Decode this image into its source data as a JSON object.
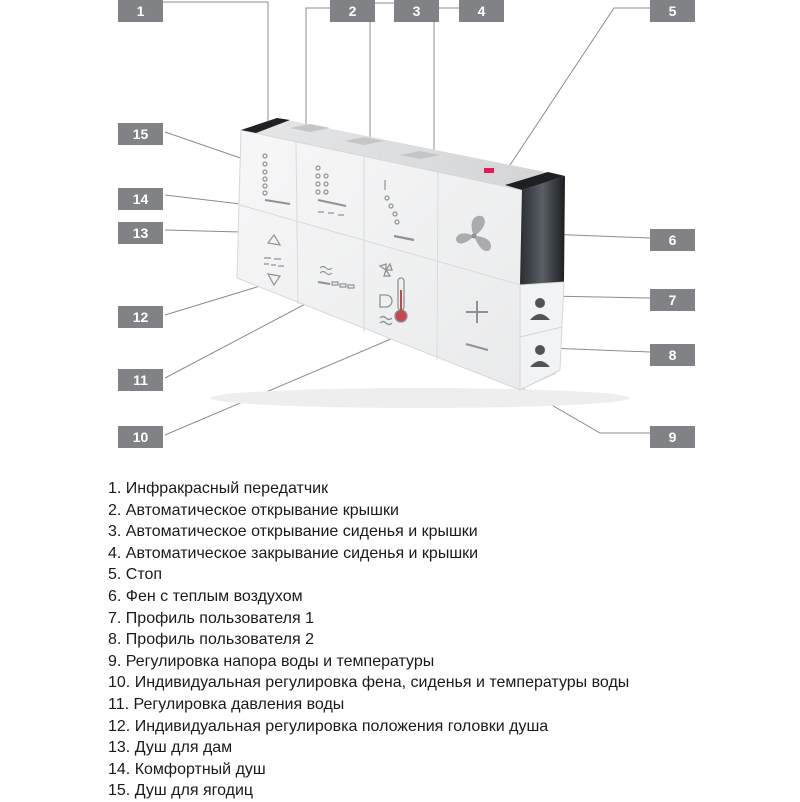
{
  "callouts": [
    "1",
    "2",
    "3",
    "4",
    "5",
    "6",
    "7",
    "8",
    "9",
    "10",
    "11",
    "12",
    "13",
    "14",
    "15"
  ],
  "legend": [
    "1. Инфракрасный передатчик",
    "2. Автоматическое открывание крышки",
    "3. Автоматическое открывание сиденья и крышки",
    "4. Автоматическое закрывание сиденья и крышки",
    "5. Стоп",
    "6. Фен с теплым воздухом",
    "7. Профиль пользователя 1",
    "8. Профиль пользователя 2",
    "9. Регулировка напора воды и температуры",
    "10. Индивидуальная регулировка фена, сиденья и температуры воды",
    "11. Регулировка давления воды",
    "12. Индивидуальная регулировка положения головки душа",
    "13. Душ для дам",
    "14. Комфортный душ",
    "15. Душ для ягодиц"
  ],
  "device": {
    "stop_led_color": "#e8185a",
    "body_color": "#f4f5f6",
    "icons": [
      "bidet-buttocks-icon",
      "comfort-shower-icon",
      "lady-shower-icon",
      "fan-icon",
      "shower-position-icon",
      "water-pressure-icon",
      "settings-fan-seat-temperature-icon",
      "plus-icon",
      "minus-icon",
      "user-profile-icon",
      "user-profile-icon"
    ]
  }
}
